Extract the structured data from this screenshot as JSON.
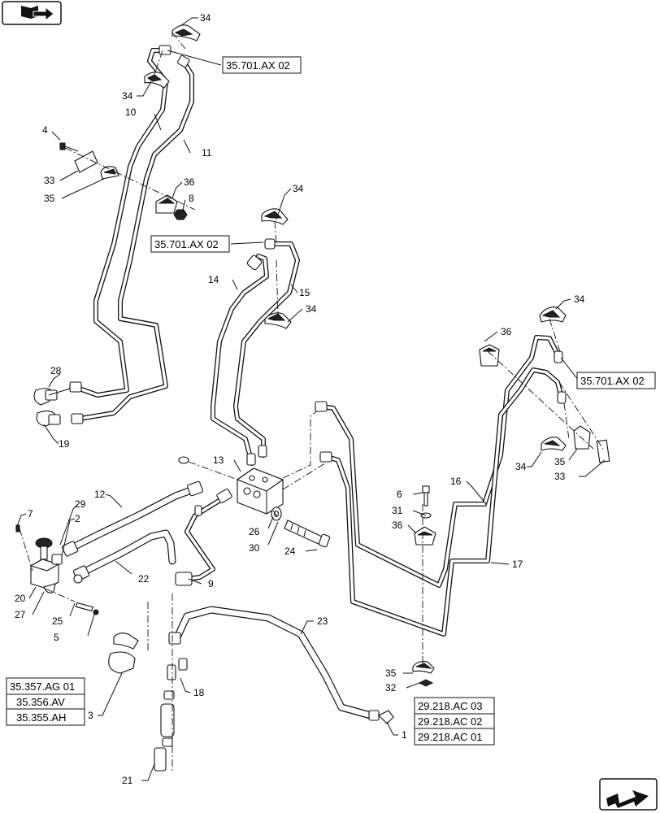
{
  "callouts": [
    {
      "id": "c34a",
      "text": "34"
    },
    {
      "id": "c34b",
      "text": "34"
    },
    {
      "id": "c10",
      "text": "10"
    },
    {
      "id": "c11",
      "text": "11"
    },
    {
      "id": "c4",
      "text": "4"
    },
    {
      "id": "c33a",
      "text": "33"
    },
    {
      "id": "c35a",
      "text": "35"
    },
    {
      "id": "c36a",
      "text": "36"
    },
    {
      "id": "c8",
      "text": "8"
    },
    {
      "id": "c34c",
      "text": "34"
    },
    {
      "id": "c14",
      "text": "14"
    },
    {
      "id": "c15",
      "text": "15"
    },
    {
      "id": "c34d",
      "text": "34"
    },
    {
      "id": "c34e",
      "text": "34"
    },
    {
      "id": "c36b",
      "text": "36"
    },
    {
      "id": "c28",
      "text": "28"
    },
    {
      "id": "c19",
      "text": "19"
    },
    {
      "id": "c13",
      "text": "13"
    },
    {
      "id": "c34f",
      "text": "34"
    },
    {
      "id": "c35b",
      "text": "35"
    },
    {
      "id": "c33b",
      "text": "33"
    },
    {
      "id": "c16",
      "text": "16"
    },
    {
      "id": "c6",
      "text": "6"
    },
    {
      "id": "c31",
      "text": "31"
    },
    {
      "id": "c36c",
      "text": "36"
    },
    {
      "id": "c12",
      "text": "12"
    },
    {
      "id": "c29",
      "text": "29"
    },
    {
      "id": "c7",
      "text": "7"
    },
    {
      "id": "c2",
      "text": "2"
    },
    {
      "id": "c26",
      "text": "26"
    },
    {
      "id": "c30",
      "text": "30"
    },
    {
      "id": "c24",
      "text": "24"
    },
    {
      "id": "c17",
      "text": "17"
    },
    {
      "id": "c22",
      "text": "22"
    },
    {
      "id": "c9",
      "text": "9"
    },
    {
      "id": "c20",
      "text": "20"
    },
    {
      "id": "c27",
      "text": "27"
    },
    {
      "id": "c25",
      "text": "25"
    },
    {
      "id": "c5",
      "text": "5"
    },
    {
      "id": "c23",
      "text": "23"
    },
    {
      "id": "c18",
      "text": "18"
    },
    {
      "id": "c3",
      "text": "3"
    },
    {
      "id": "c35c",
      "text": "35"
    },
    {
      "id": "c32",
      "text": "32"
    },
    {
      "id": "c1",
      "text": "1"
    },
    {
      "id": "c21",
      "text": "21"
    }
  ],
  "references": [
    {
      "id": "r1",
      "text": "35.701.AX 02"
    },
    {
      "id": "r2",
      "text": "35.701.AX 02"
    },
    {
      "id": "r3",
      "text": "35.701.AX 02"
    },
    {
      "id": "r4",
      "text": "35.357.AG 01"
    },
    {
      "id": "r5",
      "text": "35.356.AV"
    },
    {
      "id": "r6",
      "text": "35.355.AH"
    },
    {
      "id": "r7",
      "text": "29.218.AC 03"
    },
    {
      "id": "r8",
      "text": "29.218.AC 02"
    },
    {
      "id": "r9",
      "text": "29.218.AC 01"
    }
  ],
  "icons": {
    "top_left": "book-icon",
    "bottom_right": "next-page-arrow-icon"
  }
}
